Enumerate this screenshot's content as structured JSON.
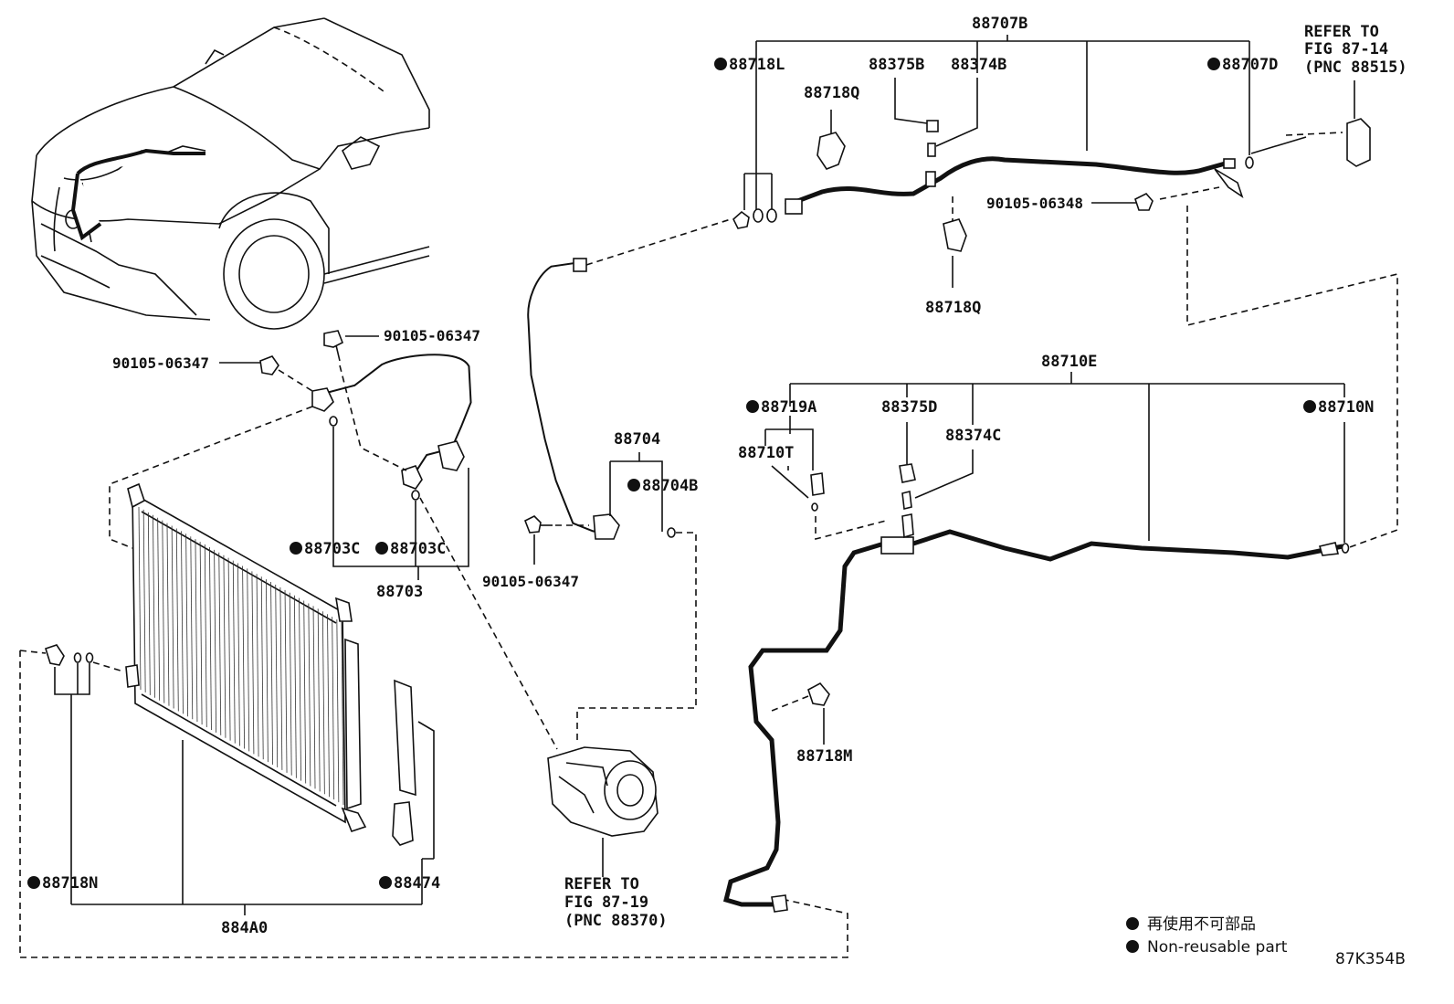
{
  "diagram_code": "87K354B",
  "legend": {
    "line1": "再使用不可部品",
    "line2": "Non-reusable part"
  },
  "labels": {
    "p88707B": "88707B",
    "p88718L": "88718L",
    "p88375B": "88375B",
    "p88374B": "88374B",
    "p88707D": "88707D",
    "p88718Q_top": "88718Q",
    "p88718Q_bottom": "88718Q",
    "p90105_06348": "90105-06348",
    "p90105_06347_a": "90105-06347",
    "p90105_06347_b": "90105-06347",
    "p90105_06347_c": "90105-06347",
    "p88710E": "88710E",
    "p88719A": "88719A",
    "p88375D": "88375D",
    "p88374C": "88374C",
    "p88710T": "88710T",
    "p88710N": "88710N",
    "p88704": "88704",
    "p88704B": "88704B",
    "p88703C_1": "88703C",
    "p88703C_2": "88703C",
    "p88703": "88703",
    "p88718M": "88718M",
    "p88718N": "88718N",
    "p88474": "88474",
    "p884A0": "884A0"
  },
  "refer_top": {
    "line1": "REFER TO",
    "line2": "FIG 87-14",
    "line3": "(PNC 88515)"
  },
  "refer_bottom": {
    "line1": "REFER TO",
    "line2": "FIG 87-19",
    "line3": "(PNC 88370)"
  }
}
